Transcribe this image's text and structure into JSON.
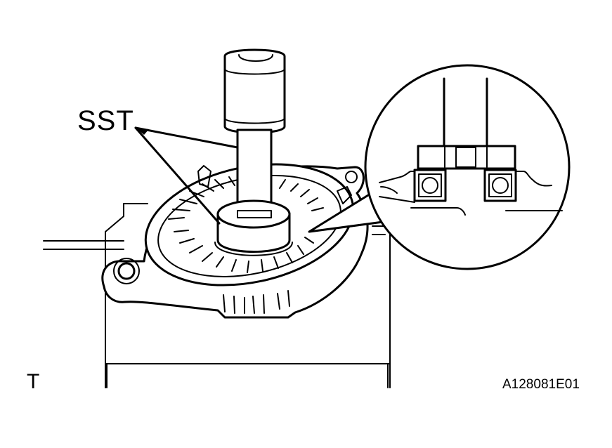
{
  "callout": {
    "tool_label": "SST"
  },
  "corner_mark": "T",
  "figure_id": "A128081E01"
}
